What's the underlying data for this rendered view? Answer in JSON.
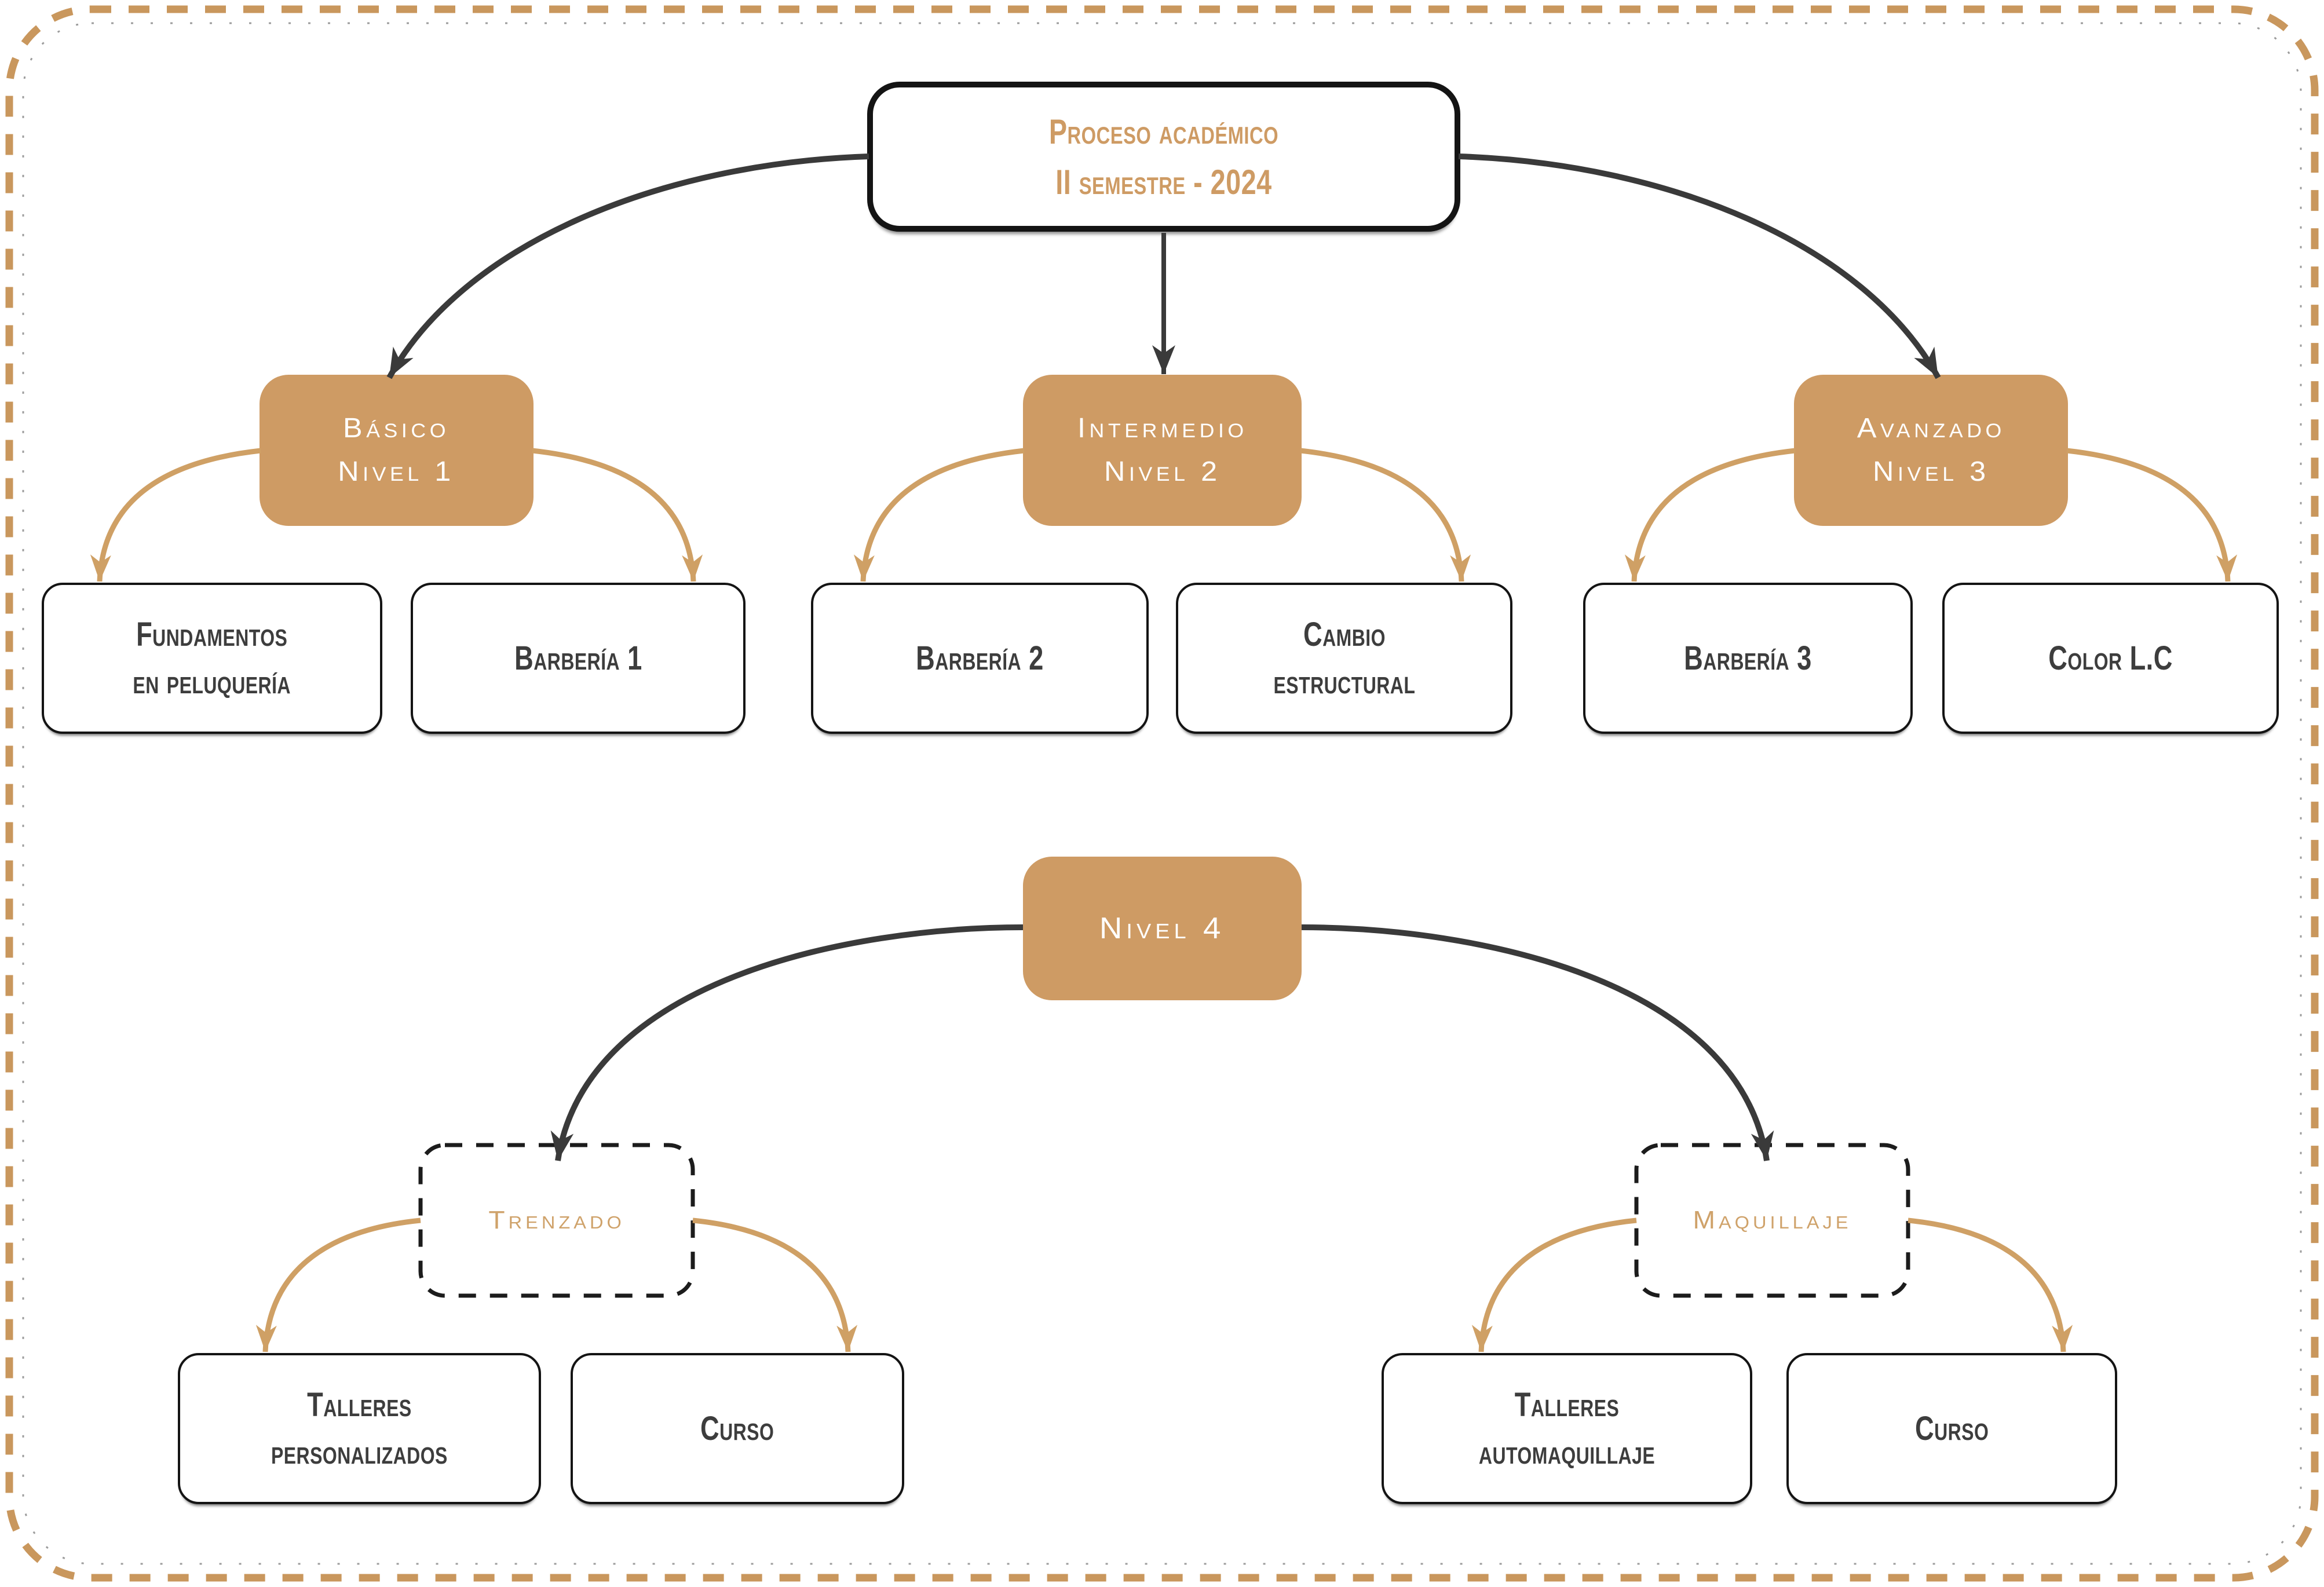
{
  "palette": {
    "tan_fill": "#CE9B64",
    "tan_text": "#CFA26A",
    "tan_border_dash": "#C9975D",
    "dark_line": "#3A3A3A",
    "dark_text": "#3D3D3D",
    "box_border": "#141414",
    "background": "#FFFFFF"
  },
  "root": {
    "label": "Proceso académico\nII semestre - 2024"
  },
  "levels": [
    {
      "label": "Básico\nNivel 1",
      "children": [
        {
          "label": "Fundamentos\nen peluquería"
        },
        {
          "label": "Barbería 1"
        }
      ]
    },
    {
      "label": "Intermedio\nNivel 2",
      "children": [
        {
          "label": "Barbería 2"
        },
        {
          "label": "Cambio\nestructural"
        }
      ]
    },
    {
      "label": "Avanzado\nNivel 3",
      "children": [
        {
          "label": "Barbería 3"
        },
        {
          "label": "Color L.C"
        }
      ]
    }
  ],
  "level4": {
    "label": "Nivel 4",
    "branches": [
      {
        "label": "Trenzado",
        "children": [
          {
            "label": "Talleres\npersonalizados"
          },
          {
            "label": "Curso"
          }
        ]
      },
      {
        "label": "Maquillaje",
        "children": [
          {
            "label": "Talleres\nautomaquillaje"
          },
          {
            "label": "Curso"
          }
        ]
      }
    ]
  },
  "edges": [
    {
      "from": "Proceso académico II semestre - 2024",
      "to": "Básico Nivel 1",
      "color": "dark"
    },
    {
      "from": "Proceso académico II semestre - 2024",
      "to": "Intermedio Nivel 2",
      "color": "dark"
    },
    {
      "from": "Proceso académico II semestre - 2024",
      "to": "Avanzado Nivel 3",
      "color": "dark"
    },
    {
      "from": "Básico Nivel 1",
      "to": "Fundamentos en peluquería",
      "color": "tan"
    },
    {
      "from": "Básico Nivel 1",
      "to": "Barbería 1",
      "color": "tan"
    },
    {
      "from": "Intermedio Nivel 2",
      "to": "Barbería 2",
      "color": "tan"
    },
    {
      "from": "Intermedio Nivel 2",
      "to": "Cambio estructural",
      "color": "tan"
    },
    {
      "from": "Avanzado Nivel 3",
      "to": "Barbería 3",
      "color": "tan"
    },
    {
      "from": "Avanzado Nivel 3",
      "to": "Color L.C",
      "color": "tan"
    },
    {
      "from": "Nivel 4",
      "to": "Trenzado",
      "color": "dark"
    },
    {
      "from": "Nivel 4",
      "to": "Maquillaje",
      "color": "dark"
    },
    {
      "from": "Trenzado",
      "to": "Talleres personalizados",
      "color": "tan"
    },
    {
      "from": "Trenzado",
      "to": "Curso",
      "color": "tan"
    },
    {
      "from": "Maquillaje",
      "to": "Talleres automaquillaje",
      "color": "tan"
    },
    {
      "from": "Maquillaje",
      "to": "Curso",
      "color": "tan"
    }
  ]
}
